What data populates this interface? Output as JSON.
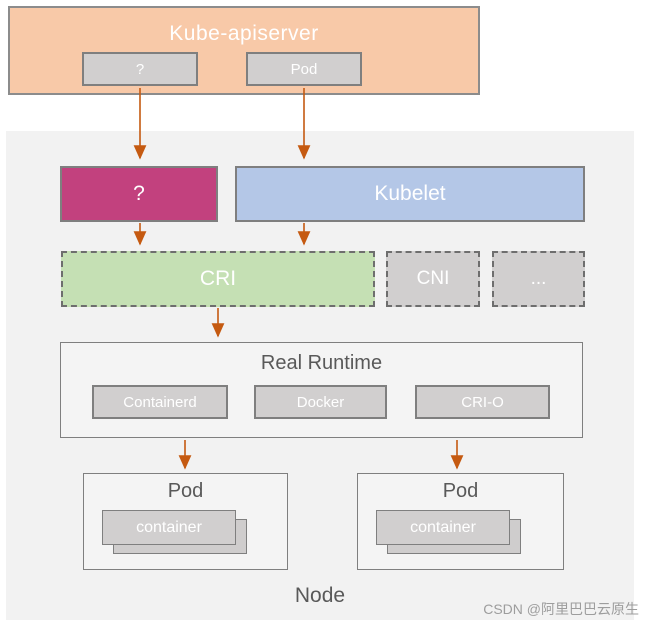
{
  "apiserver": {
    "title": "Kube-apiserver",
    "chips": [
      {
        "label": "?"
      },
      {
        "label": "Pod"
      }
    ]
  },
  "node": {
    "label": "Node",
    "question_box": "?",
    "kubelet": "Kubelet",
    "cri": "CRI",
    "cni": "CNI",
    "ellipsis": "...",
    "runtime": {
      "title": "Real Runtime",
      "items": [
        "Containerd",
        "Docker",
        "CRI-O"
      ]
    },
    "pods": [
      {
        "title": "Pod",
        "container": "container"
      },
      {
        "title": "Pod",
        "container": "container"
      }
    ]
  },
  "watermark": "CSDN @阿里巴巴云原生",
  "colors": {
    "apiserver_fill": "#F8C9A8",
    "question_fill": "#C2417E",
    "kubelet_fill": "#B4C7E7",
    "cri_fill": "#C5E0B4",
    "gray_chip_fill": "#D1CFCF",
    "node_fill": "#F2F2F2",
    "arrow": "#C55A11",
    "border_gray": "#7F7F7F",
    "text_dark": "#595959"
  }
}
